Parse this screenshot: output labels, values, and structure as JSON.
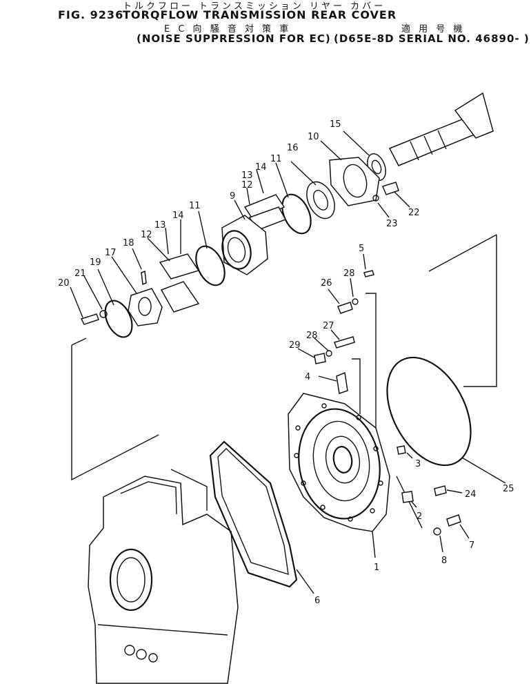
{
  "header": {
    "fig_label": "FIG. 9236",
    "title_en": "TORQFLOW TRANSMISSION REAR COVER",
    "title_jp": "トルクフロー トランスミッション リヤー カバー",
    "subtitle_jp": "E C 向 騒 音 対 策 車",
    "serial_jp": "適 用 号 機",
    "subtitle_en": "(NOISE SUPPRESSION FOR EC)",
    "serial_en": "(D65E-8D SERIAL NO. 46890- )"
  },
  "callouts": [
    "1",
    "2",
    "3",
    "4",
    "5",
    "6",
    "7",
    "8",
    "9",
    "10",
    "11",
    "11",
    "12",
    "12",
    "13",
    "13",
    "14",
    "14",
    "15",
    "16",
    "17",
    "18",
    "19",
    "20",
    "21",
    "22",
    "23",
    "24",
    "25",
    "26",
    "27",
    "28",
    "28",
    "29"
  ]
}
